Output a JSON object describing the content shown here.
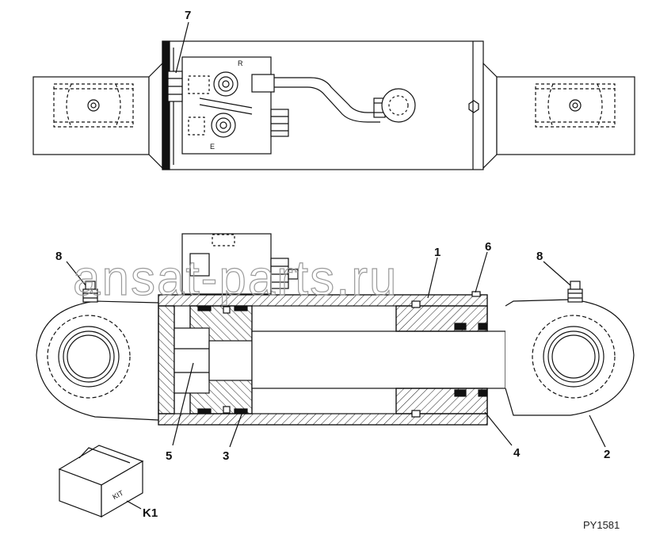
{
  "callouts": {
    "c1": "1",
    "c2": "2",
    "c3": "3",
    "c4": "4",
    "c5": "5",
    "c6": "6",
    "c7": "7",
    "c8a": "8",
    "c8b": "8",
    "k1": "K1"
  },
  "port_labels": {
    "r": "R",
    "e": "E"
  },
  "kit_label": "KIT",
  "watermark": "ansat-parts.ru",
  "figure_ref": "PY1581"
}
